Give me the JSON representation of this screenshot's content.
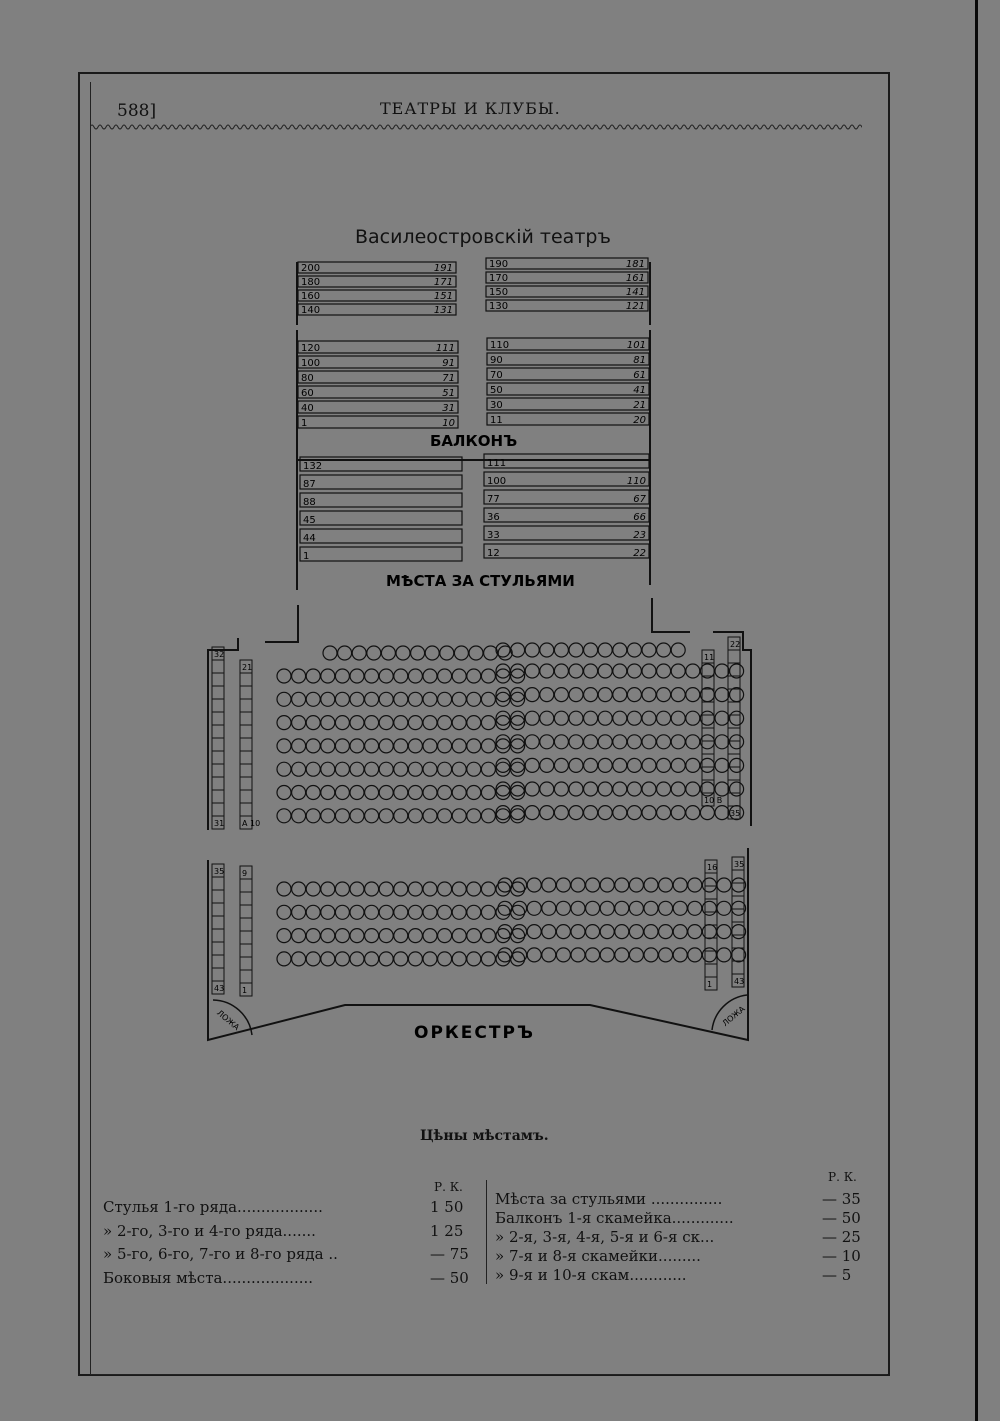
{
  "page": {
    "page_number": "588]",
    "running_head": "ТЕАТРЫ И КЛУБЫ."
  },
  "plan": {
    "title": "Василеостровскій театръ",
    "balcony_label": "БАЛКОНЪ",
    "chairs_label": "МѢСТА ЗА СТУЛЬЯМИ",
    "orchestra_label": "ОРКЕСТРЪ",
    "box_label": "ЛОЖА",
    "upper_left": [
      [
        "200",
        "191"
      ],
      [
        "180",
        "171"
      ],
      [
        "160",
        "151"
      ],
      [
        "140",
        "131"
      ]
    ],
    "upper_right": [
      [
        "190",
        "181"
      ],
      [
        "170",
        "161"
      ],
      [
        "150",
        "141"
      ],
      [
        "130",
        "121"
      ]
    ],
    "balcony_left": [
      [
        "120",
        "111"
      ],
      [
        "100",
        "91"
      ],
      [
        "80",
        "71"
      ],
      [
        "60",
        "51"
      ],
      [
        "40",
        "31"
      ],
      [
        "1",
        "10"
      ]
    ],
    "balcony_right": [
      [
        "110",
        "101"
      ],
      [
        "90",
        "81"
      ],
      [
        "70",
        "61"
      ],
      [
        "50",
        "41"
      ],
      [
        "30",
        "21"
      ],
      [
        "11",
        "20"
      ]
    ],
    "chairs_left": [
      [
        "132",
        ""
      ],
      [
        "87",
        ""
      ],
      [
        "88",
        ""
      ],
      [
        "45",
        ""
      ],
      [
        "44",
        ""
      ],
      [
        "1",
        ""
      ]
    ],
    "chairs_right": [
      [
        "111",
        ""
      ],
      [
        "100",
        "110"
      ],
      [
        "77",
        "67"
      ],
      [
        "36",
        "66"
      ],
      [
        "33",
        "23"
      ],
      [
        "12",
        "22"
      ]
    ],
    "side_left_outer": [
      "32",
      "31"
    ],
    "side_left_inner": [
      "21",
      "A 10"
    ],
    "side_right_inner": [
      "11",
      "10 B"
    ],
    "side_right_outer": [
      "22",
      "35"
    ],
    "side_left_outer_lower": [
      "35",
      "43"
    ],
    "side_left_inner_lower": [
      "9",
      "1"
    ],
    "side_right_inner_lower": [
      "16",
      "1"
    ],
    "side_right_outer_lower": [
      "35",
      "43"
    ]
  },
  "prices": {
    "title": "Цѣны мѣстамъ.",
    "rk_header": "Р.  К.",
    "left": [
      {
        "label": "Стулья 1-го ряда..................",
        "price": "1 50"
      },
      {
        "label": "»    2-го, 3-го и 4-го ряда.......",
        "price": "1 25"
      },
      {
        "label": "»    5-го, 6-го, 7-го и 8-го ряда ..",
        "price": "— 75"
      },
      {
        "label": "Боковыя мѣста...................",
        "price": "— 50"
      }
    ],
    "right": [
      {
        "label": "Мѣста за стульями ...............",
        "price": "— 35"
      },
      {
        "label": "Балконъ 1-я скамейка.............",
        "price": "— 50"
      },
      {
        "label": "»    2-я, 3-я, 4-я, 5-я и 6-я ск...",
        "price": "— 25"
      },
      {
        "label": "»    7-я и 8-я скамейки.........",
        "price": "— 10"
      },
      {
        "label": "»    9-я и 10-я скам............",
        "price": "— 5"
      }
    ]
  },
  "colors": {
    "background": "#808080",
    "ink": "#111111"
  }
}
